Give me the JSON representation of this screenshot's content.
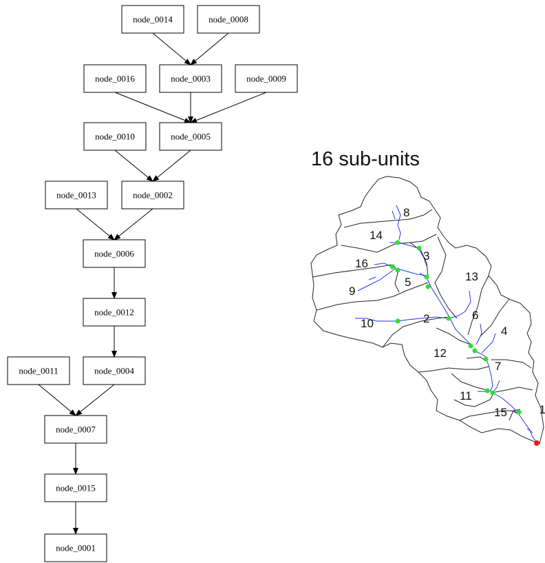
{
  "tree": {
    "nodes": [
      {
        "id": "node_0014"
      },
      {
        "id": "node_0008"
      },
      {
        "id": "node_0016"
      },
      {
        "id": "node_0003"
      },
      {
        "id": "node_0009"
      },
      {
        "id": "node_0010"
      },
      {
        "id": "node_0005"
      },
      {
        "id": "node_0013"
      },
      {
        "id": "node_0002"
      },
      {
        "id": "node_0006"
      },
      {
        "id": "node_0012"
      },
      {
        "id": "node_0011"
      },
      {
        "id": "node_0004"
      },
      {
        "id": "node_0007"
      },
      {
        "id": "node_0015"
      },
      {
        "id": "node_0001"
      }
    ],
    "edges": [
      [
        "node_0014",
        "node_0003"
      ],
      [
        "node_0008",
        "node_0003"
      ],
      [
        "node_0016",
        "node_0005"
      ],
      [
        "node_0003",
        "node_0005"
      ],
      [
        "node_0009",
        "node_0005"
      ],
      [
        "node_0010",
        "node_0002"
      ],
      [
        "node_0005",
        "node_0002"
      ],
      [
        "node_0013",
        "node_0006"
      ],
      [
        "node_0002",
        "node_0006"
      ],
      [
        "node_0006",
        "node_0012"
      ],
      [
        "node_0012",
        "node_0004"
      ],
      [
        "node_0011",
        "node_0007"
      ],
      [
        "node_0004",
        "node_0007"
      ],
      [
        "node_0007",
        "node_0015"
      ],
      [
        "node_0015",
        "node_0001"
      ]
    ]
  },
  "map": {
    "title": "16 sub-units",
    "labels": [
      "1",
      "2",
      "3",
      "4",
      "5",
      "6",
      "7",
      "8",
      "9",
      "10",
      "11",
      "12",
      "13",
      "14",
      "15",
      "16"
    ],
    "colors": {
      "outlet": "#e02020",
      "junction": "#33dd33",
      "stream": "#2233ee",
      "boundary": "#222222"
    }
  }
}
